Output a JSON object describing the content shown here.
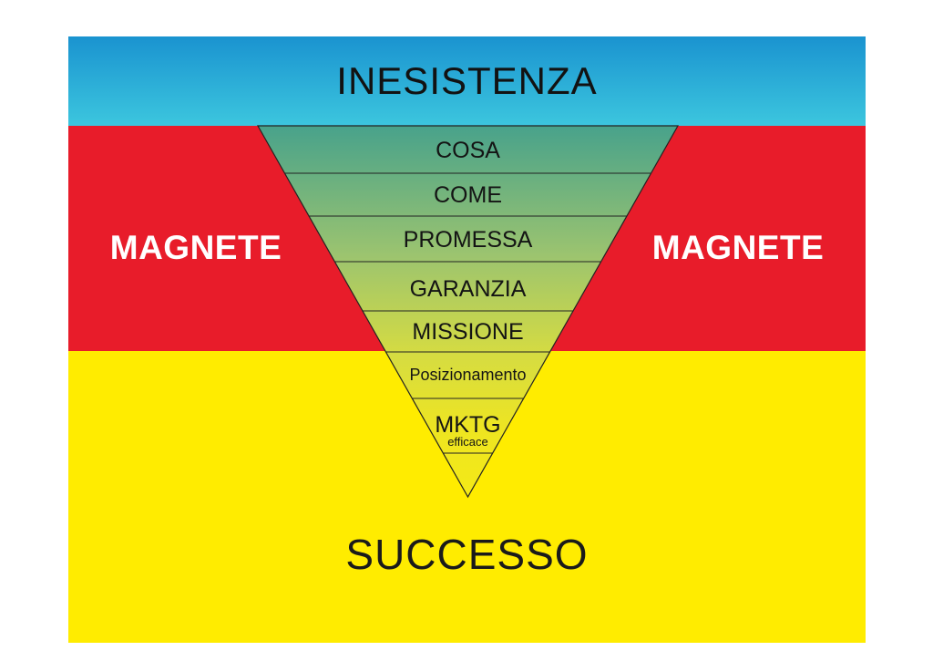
{
  "diagram": {
    "top_band": {
      "label": "INESISTENZA"
    },
    "left_magnet": {
      "label": "MAGNETE"
    },
    "right_magnet": {
      "label": "MAGNETE"
    },
    "bottom_band": {
      "label": "SUCCESSO"
    },
    "funnel_levels": [
      {
        "label": "COSA"
      },
      {
        "label": "COME"
      },
      {
        "label": "PROMESSA"
      },
      {
        "label": "GARANZIA"
      },
      {
        "label": "MISSIONE"
      },
      {
        "label": "Posizionamento"
      },
      {
        "label": "MKTG",
        "sublabel": "efficace"
      }
    ],
    "colors": {
      "sky_top": "#1a93d0",
      "sky_bottom": "#3cc6de",
      "magnet_red": "#e81c2a",
      "success_yellow": "#ffec00",
      "funnel_top": "#48a28b",
      "funnel_bottom": "#f4ea16"
    }
  }
}
